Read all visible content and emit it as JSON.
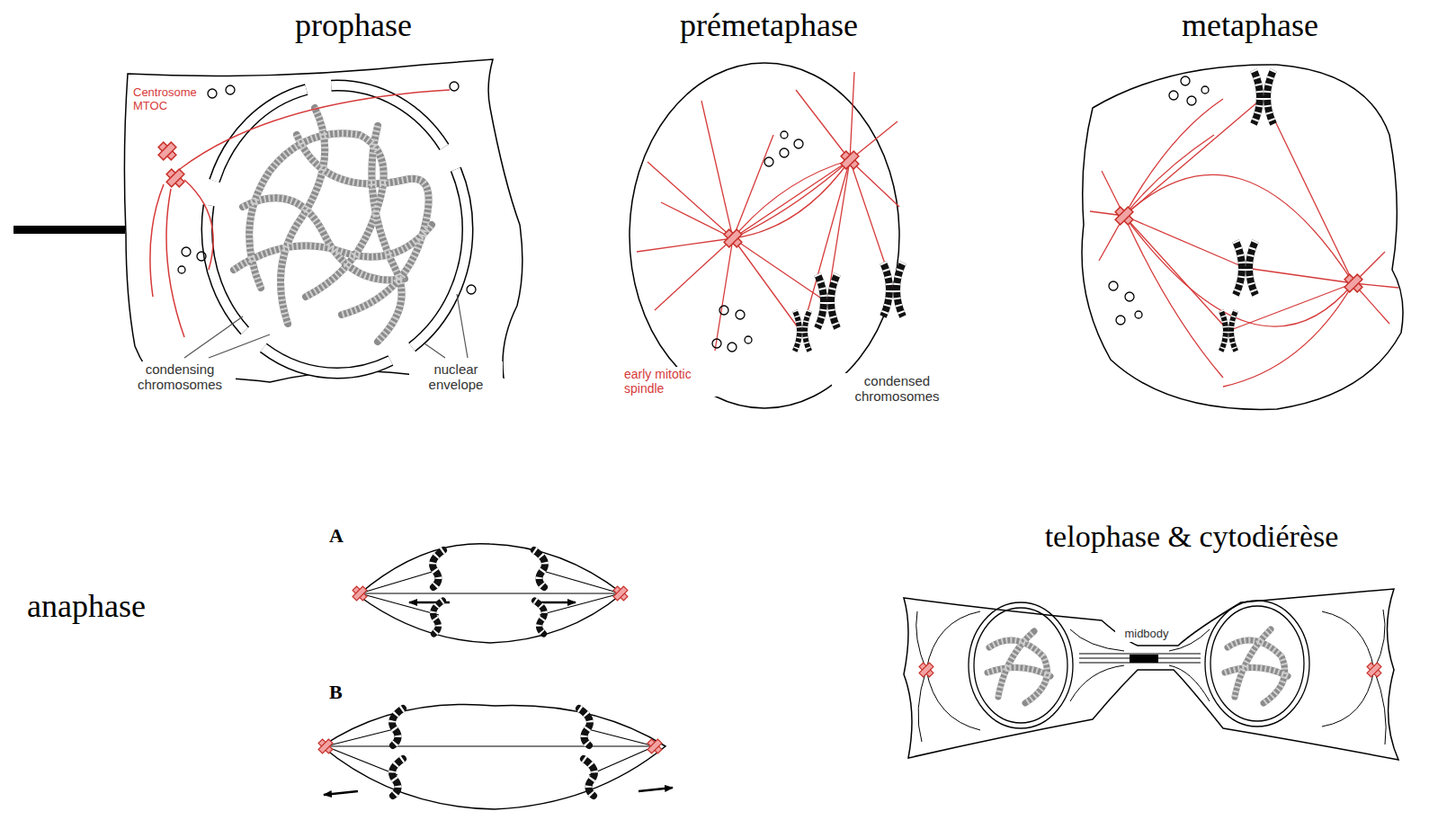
{
  "diagram": {
    "labels": [
      "prophase",
      "Centrosome MTOC",
      "condensing chromosomes",
      "nuclear envelope",
      "prémetaphase",
      "early mitotic spindle",
      "condensed chromosomes",
      "metaphase",
      "A",
      "B",
      "anaphase",
      "telophase & cytodiérèse",
      "midbody"
    ]
  }
}
